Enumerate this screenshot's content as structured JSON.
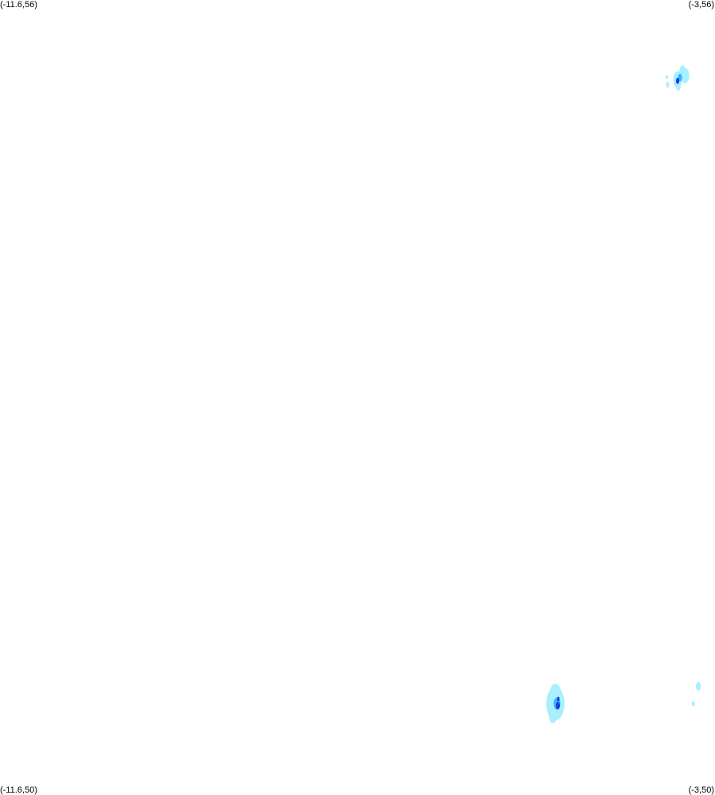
{
  "map": {
    "corner_labels": {
      "top_left": "(-11.6,56)",
      "top_right": "(-3,56)",
      "bottom_left": "(-11.6,50)",
      "bottom_right": "(-3,50)"
    },
    "bounds": {
      "lon_min": -11.6,
      "lon_max": -3,
      "lat_min": 50,
      "lat_max": 56
    },
    "colors": {
      "background": "#ffffff",
      "low": "#a8f0ff",
      "medium": "#33b4ff",
      "high": "#1e3cdc"
    },
    "intensity_clusters": [
      {
        "name": "northeast-cluster",
        "lon": -3.45,
        "lat": 55.4,
        "cells": [
          {
            "dlon": 0.0,
            "dlat": 0.0,
            "r": 0.055,
            "level": "low"
          },
          {
            "dlon": 0.09,
            "dlat": 0.03,
            "r": 0.05,
            "level": "low"
          },
          {
            "dlon": 0.06,
            "dlat": 0.06,
            "r": 0.04,
            "level": "low"
          },
          {
            "dlon": -0.12,
            "dlat": -0.04,
            "r": 0.02,
            "level": "low"
          },
          {
            "dlon": -0.13,
            "dlat": 0.02,
            "r": 0.015,
            "level": "low"
          },
          {
            "dlon": 0.01,
            "dlat": -0.05,
            "r": 0.03,
            "level": "low"
          },
          {
            "dlon": 0.03,
            "dlat": 0.015,
            "r": 0.025,
            "level": "medium"
          },
          {
            "dlon": 0.0,
            "dlat": -0.01,
            "r": 0.02,
            "level": "high"
          },
          {
            "dlon": 0.02,
            "dlat": 0.02,
            "r": 0.012,
            "level": "medium"
          }
        ]
      },
      {
        "name": "south-cluster",
        "lon": -4.92,
        "lat": 50.69,
        "cells": [
          {
            "dlon": 0.0,
            "dlat": 0.0,
            "r": 0.11,
            "level": "low"
          },
          {
            "dlon": 0.0,
            "dlat": 0.07,
            "r": 0.07,
            "level": "low"
          },
          {
            "dlon": -0.03,
            "dlat": -0.09,
            "r": 0.05,
            "level": "low"
          },
          {
            "dlon": 0.02,
            "dlat": 0.0,
            "r": 0.04,
            "level": "medium"
          },
          {
            "dlon": 0.03,
            "dlat": -0.015,
            "r": 0.025,
            "level": "high"
          },
          {
            "dlon": 0.035,
            "dlat": 0.035,
            "r": 0.015,
            "level": "high"
          }
        ]
      },
      {
        "name": "east-speckle",
        "lon": -3.2,
        "lat": 50.82,
        "cells": [
          {
            "dlon": 0.0,
            "dlat": 0.0,
            "r": 0.03,
            "level": "low"
          },
          {
            "dlon": -0.06,
            "dlat": -0.13,
            "r": 0.018,
            "level": "low"
          }
        ]
      }
    ]
  }
}
